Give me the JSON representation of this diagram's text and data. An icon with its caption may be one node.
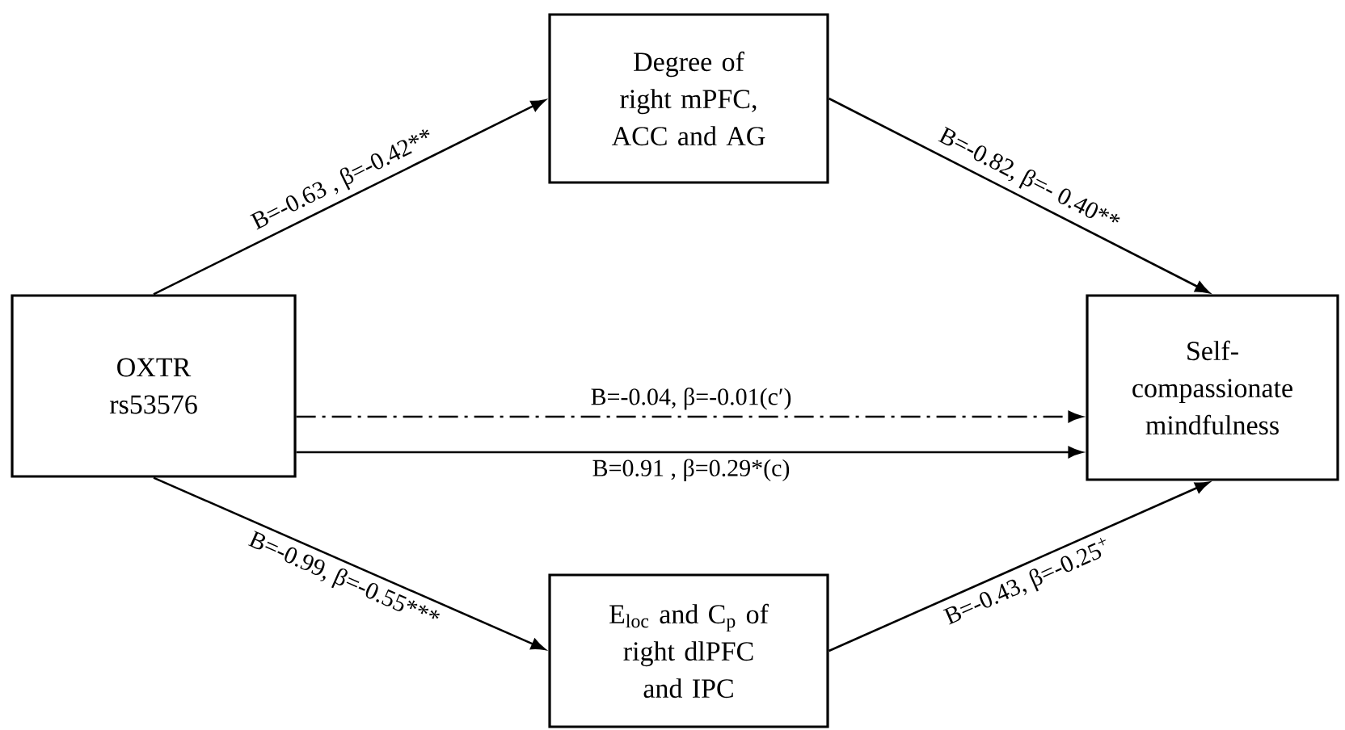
{
  "diagram": {
    "nodes": [
      {
        "text": [
          "OXTR rs53576"
        ]
      },
      {
        "text": [
          "Degree of right mPFC, ACC and AG"
        ]
      },
      {
        "text": [
          "Self- compassionate mindfulness"
        ]
      },
      {
        "text": [
          "E$_{loc}$ and C$_{p}$ of right dlPFC and IPC"
        ]
      }
    ],
    "edges": [
      {
        "from": 0,
        "to": 1,
        "arrow": "to",
        "label": "B=-0.63 , β=-0.42**"
      },
      {
        "from": 1,
        "to": 2,
        "arrow": "to",
        "label": "B=-0.82, β=- 0.40**"
      },
      {
        "from": 0,
        "to": 2,
        "arrow": "to",
        "label": "B=-0.04, β=-0.01(c′)",
        "style": "dashed"
      },
      {
        "from": 0,
        "to": 2,
        "arrow": "to",
        "label": "B=0.91 , β=0.29*(c)"
      },
      {
        "from": 0,
        "to": 3,
        "arrow": "to",
        "label": "B=-0.99, β=-0.55***"
      },
      {
        "from": 3,
        "to": 2,
        "arrow": "to",
        "label": "B=-0.43, β=-0.25$^{+}$"
      }
    ]
  }
}
